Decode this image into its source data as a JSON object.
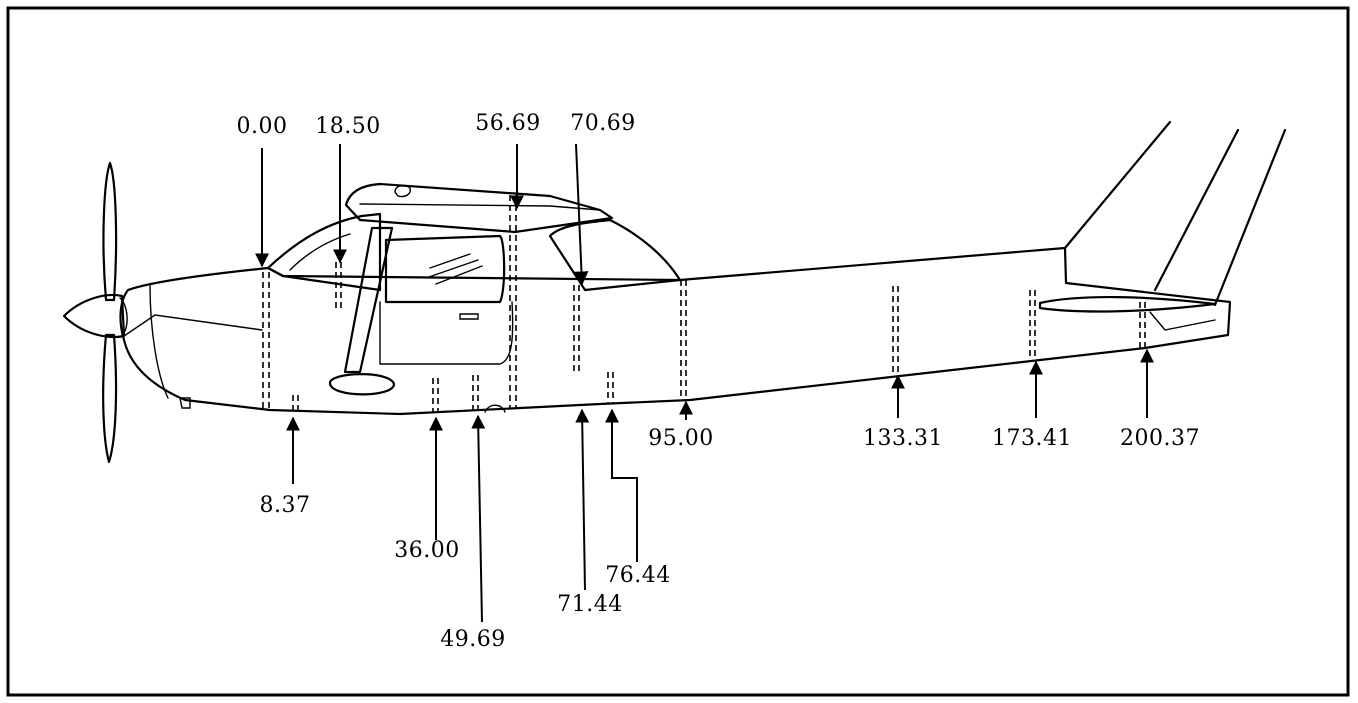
{
  "diagram": {
    "stations": [
      {
        "id": "s0",
        "label": "0.00"
      },
      {
        "id": "s1",
        "label": "18.50"
      },
      {
        "id": "s2",
        "label": "56.69"
      },
      {
        "id": "s3",
        "label": "70.69"
      },
      {
        "id": "s4",
        "label": "8.37"
      },
      {
        "id": "s5",
        "label": "36.00"
      },
      {
        "id": "s6",
        "label": "49.69"
      },
      {
        "id": "s7",
        "label": "71.44"
      },
      {
        "id": "s8",
        "label": "76.44"
      },
      {
        "id": "s9",
        "label": "95.00"
      },
      {
        "id": "s10",
        "label": "133.31"
      },
      {
        "id": "s11",
        "label": "173.41"
      },
      {
        "id": "s12",
        "label": "200.37"
      }
    ]
  }
}
